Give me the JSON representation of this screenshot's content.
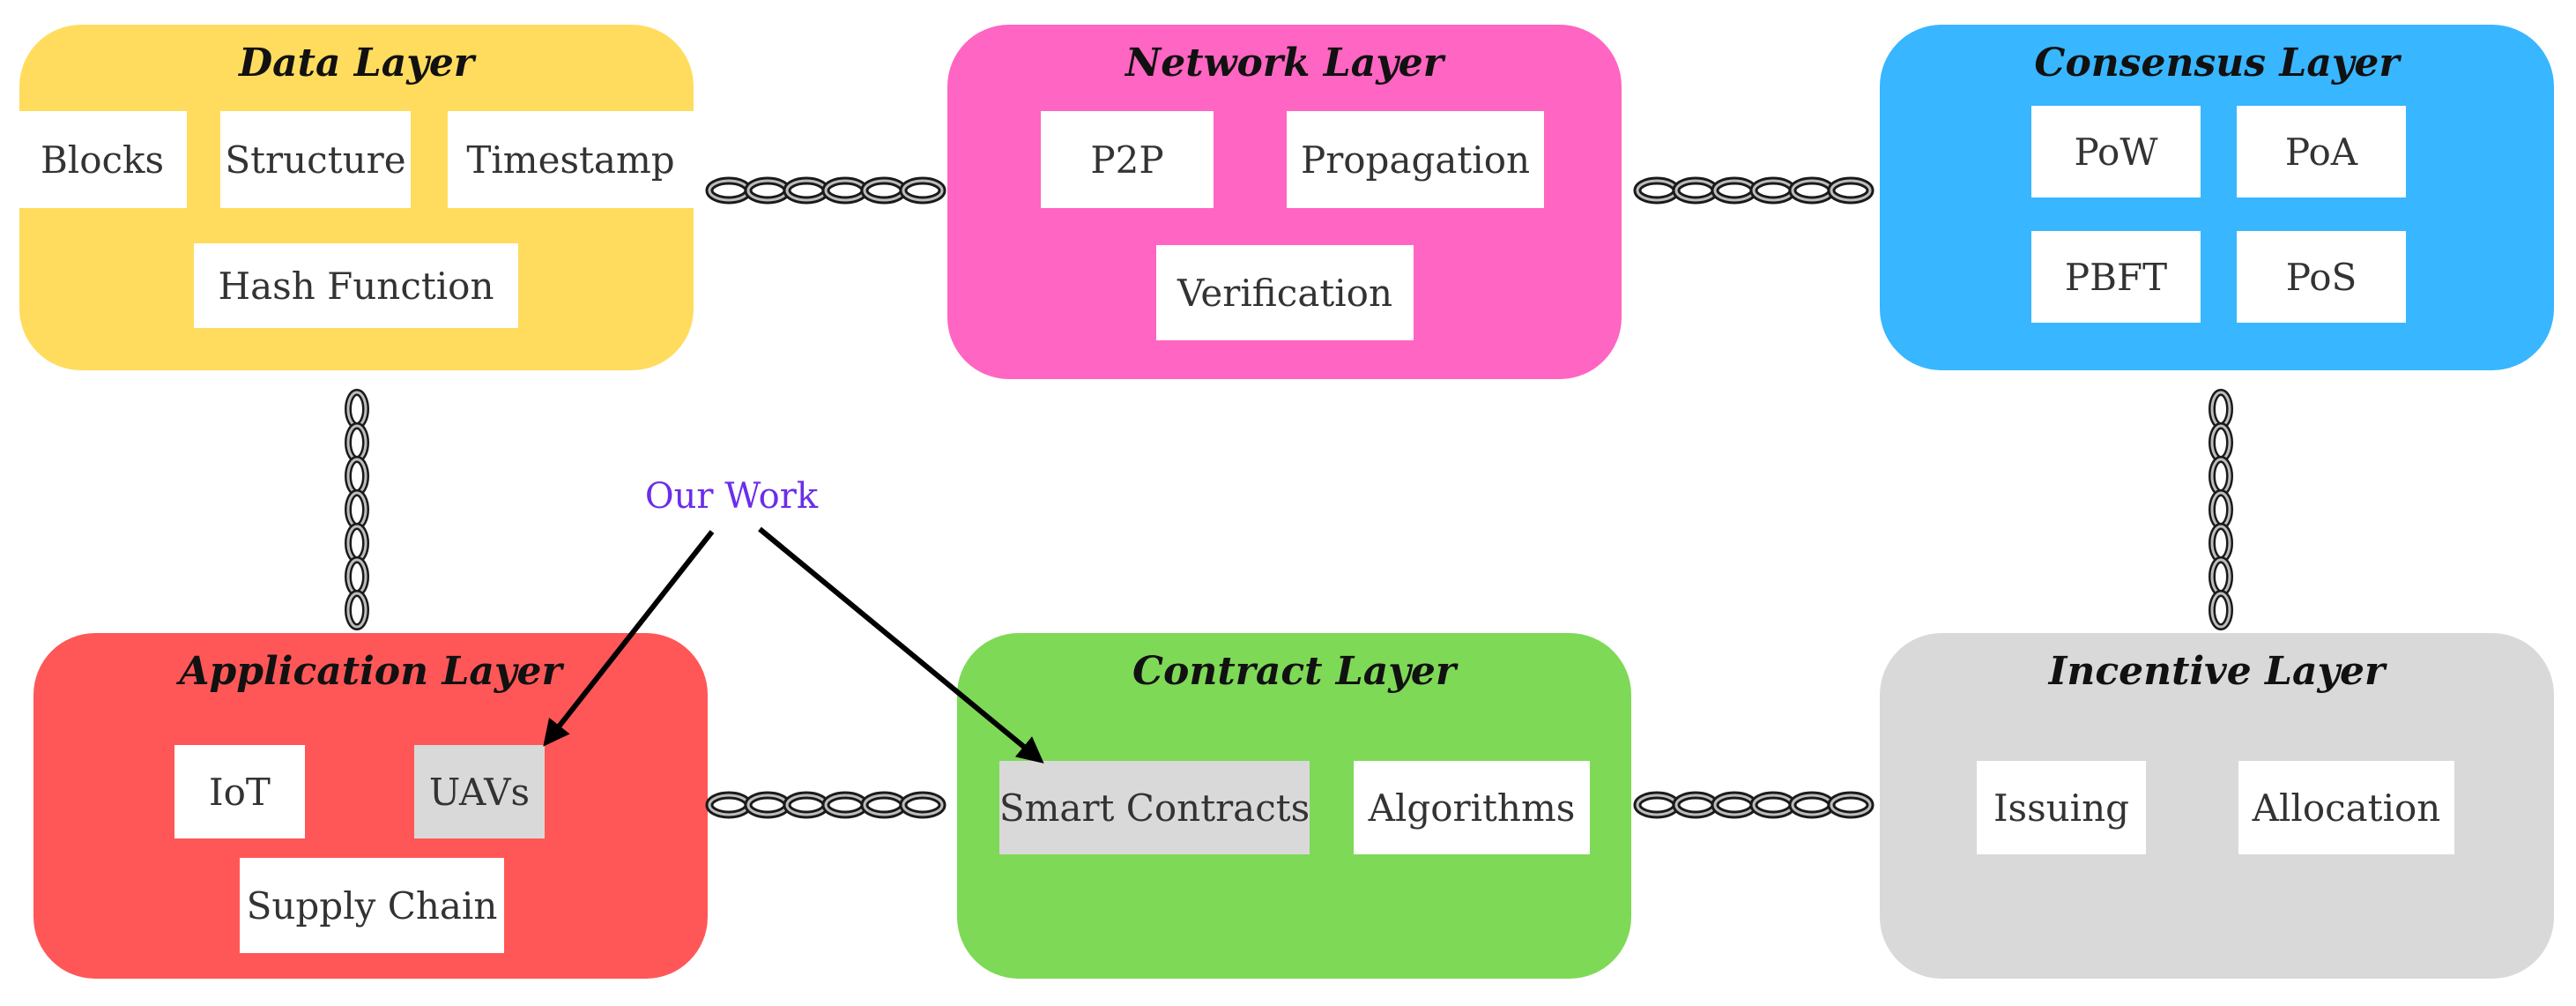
{
  "layers": {
    "data": {
      "title": "Data Layer",
      "items": [
        "Blocks",
        "Structure",
        "Timestamp",
        "Hash Function"
      ]
    },
    "network": {
      "title": "Network Layer",
      "items": [
        "P2P",
        "Propagation",
        "Verification"
      ]
    },
    "consensus": {
      "title": "Consensus Layer",
      "items": [
        "PoW",
        "PoA",
        "PBFT",
        "PoS"
      ]
    },
    "application": {
      "title": "Application Layer",
      "items": [
        "IoT",
        "UAVs",
        "Supply Chain"
      ]
    },
    "contract": {
      "title": "Contract Layer",
      "items": [
        "Smart Contracts",
        "Algorithms"
      ]
    },
    "incentive": {
      "title": "Incentive Layer",
      "items": [
        "Issuing",
        "Allocation"
      ]
    }
  },
  "annotation": {
    "label": "Our Work",
    "color": "#6b2ee8",
    "targets": [
      "UAVs",
      "Smart Contracts"
    ]
  },
  "colors": {
    "data": "#ffdc5e",
    "network": "#ff65c2",
    "consensus": "#38b6ff",
    "application": "#ff5757",
    "contract": "#7ed957",
    "incentive": "#d9d9d9",
    "highlight": "#d9d9d9"
  },
  "connectors": {
    "type": "chain-icon",
    "links": [
      [
        "data",
        "network"
      ],
      [
        "network",
        "consensus"
      ],
      [
        "consensus",
        "incentive"
      ],
      [
        "incentive",
        "contract"
      ],
      [
        "contract",
        "application"
      ],
      [
        "application",
        "data"
      ]
    ]
  }
}
